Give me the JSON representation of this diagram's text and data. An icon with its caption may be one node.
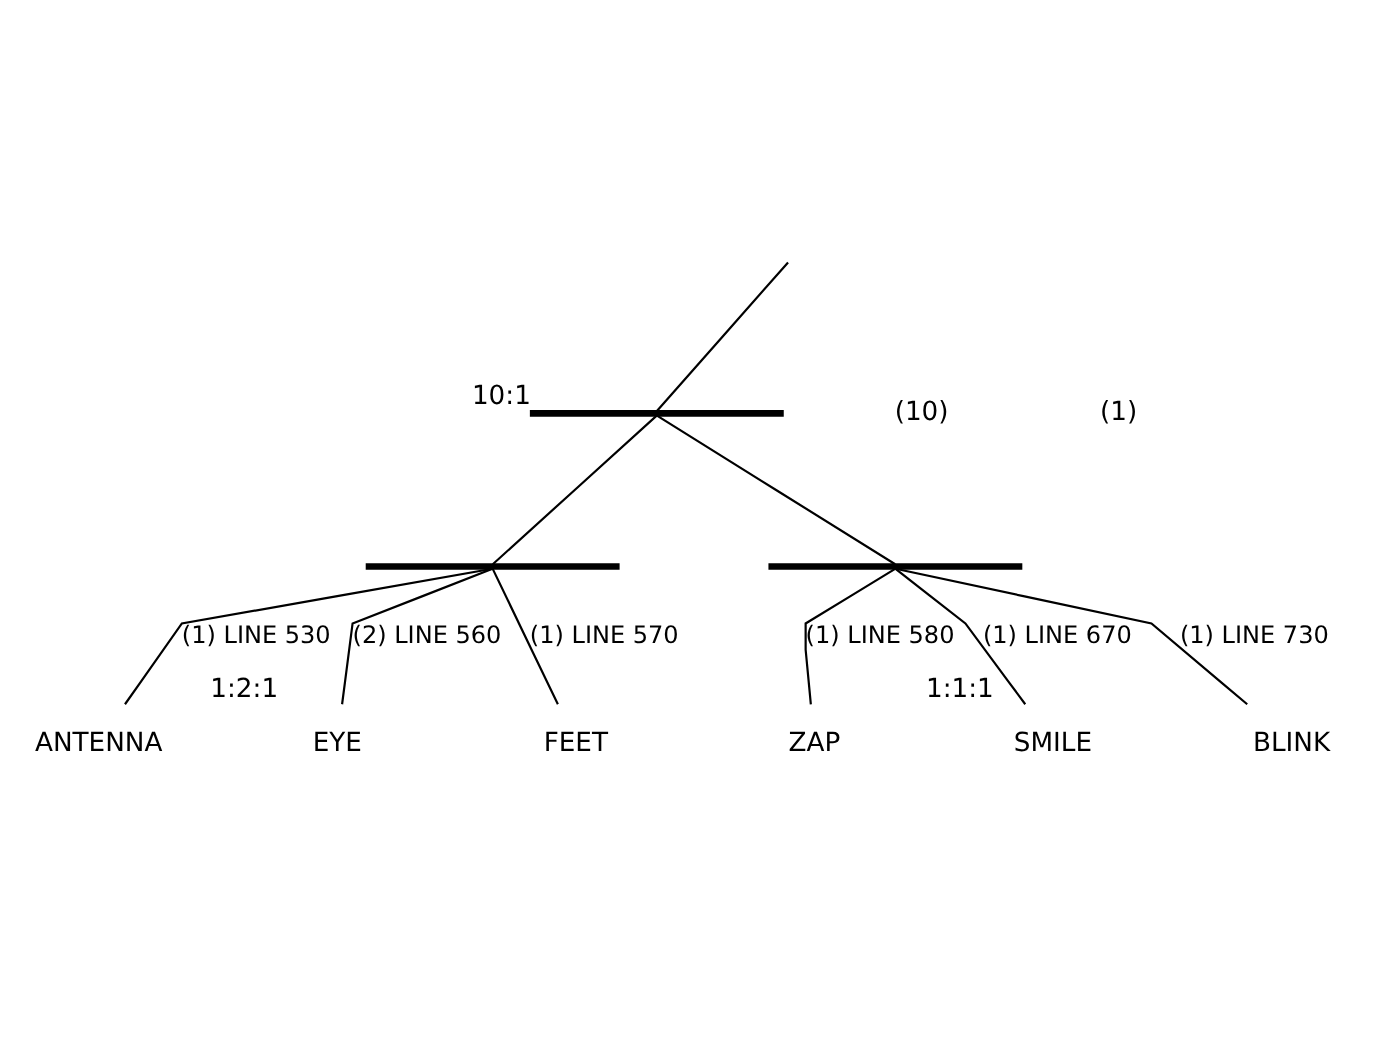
{
  "diagram": {
    "nodes": [
      {
        "text": [],
        "shape": "bar",
        "beside": [
          "10:1"
        ]
      },
      {
        "text": [],
        "shape": "bar"
      },
      {
        "text": [],
        "shape": "bar"
      },
      {
        "text": [
          "ANTENNA"
        ]
      },
      {
        "text": [
          "EYE"
        ],
        "beside": [
          "1:2:1"
        ]
      },
      {
        "text": [
          "FEET"
        ]
      },
      {
        "text": [
          "ZAP"
        ]
      },
      {
        "text": [
          "SMILE"
        ],
        "beside": [
          "1:1:1"
        ]
      },
      {
        "text": [
          "BLINK"
        ]
      }
    ],
    "edges": [
      {
        "from": null,
        "to": 0,
        "arrow": "none"
      },
      {
        "from": 0,
        "to": 1,
        "arrow": "none"
      },
      {
        "from": 0,
        "to": 2,
        "arrow": "none"
      },
      {
        "from": 1,
        "to": 3,
        "arrow": "none",
        "label": "(1) LINE 530"
      },
      {
        "from": 1,
        "to": 4,
        "arrow": "none",
        "label": "(2) LINE 560"
      },
      {
        "from": 1,
        "to": 5,
        "arrow": "none",
        "label": "(1) LINE 570"
      },
      {
        "from": 2,
        "to": 6,
        "arrow": "none",
        "label": "(1) LINE 580"
      },
      {
        "from": 2,
        "to": 7,
        "arrow": "none",
        "label": "(1) LINE 670"
      },
      {
        "from": 2,
        "to": 8,
        "arrow": "none",
        "label": "(1) LINE 730"
      }
    ],
    "labels": [
      "(10)",
      "(1)"
    ]
  }
}
